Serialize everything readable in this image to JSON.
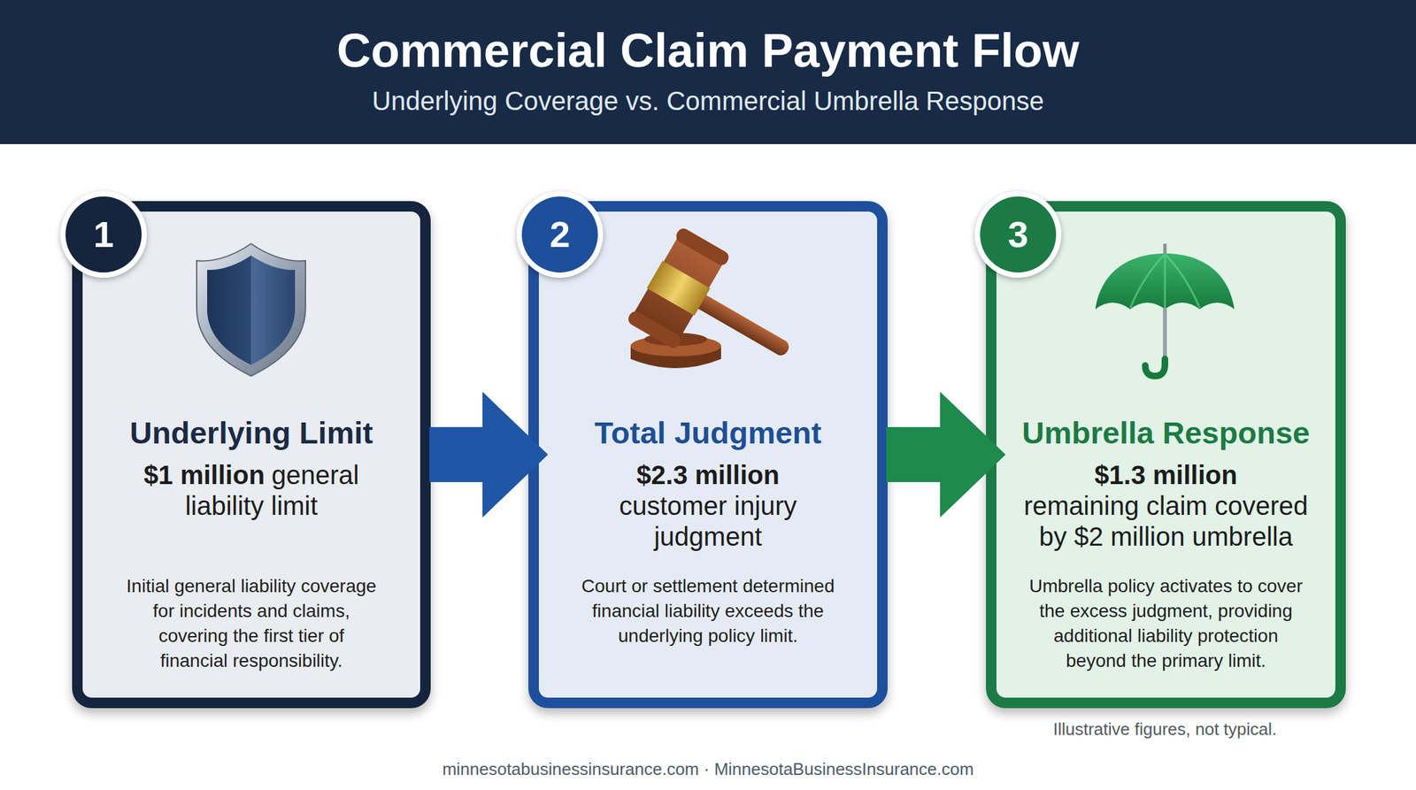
{
  "diagram": {
    "title": "Commercial Claim Payment Flow",
    "caption": "Underlying Coverage vs. Commercial Umbrella Response",
    "nodes": [
      {
        "text": [
          "Underlying Limit",
          "$1 million",
          "general liability limit",
          "Initial general liability coverage for incidents and claims, covering the first tier of financial responsibility."
        ]
      },
      {
        "text": [
          "Total Judgment",
          "$2.3 million",
          "customer injury judgment",
          "Court or settlement determined financial liability exceeds the underlying policy limit."
        ]
      },
      {
        "text": [
          "Umbrella Response",
          "$1.3 million",
          "remaining claim covered by $2 million umbrella",
          "Umbrella policy activates to cover the excess judgment, providing additional liability protection beyond the primary limit."
        ]
      }
    ],
    "edges": [
      {
        "from": 0,
        "to": 1,
        "arrow": "to"
      },
      {
        "from": 1,
        "to": 2,
        "arrow": "to"
      }
    ],
    "labels": [
      "1",
      "2",
      "3",
      "Illustrative figures, not typical.",
      "minnesotabusinessinsurance.com · MinnesotaBusinessInsurance.com"
    ]
  }
}
